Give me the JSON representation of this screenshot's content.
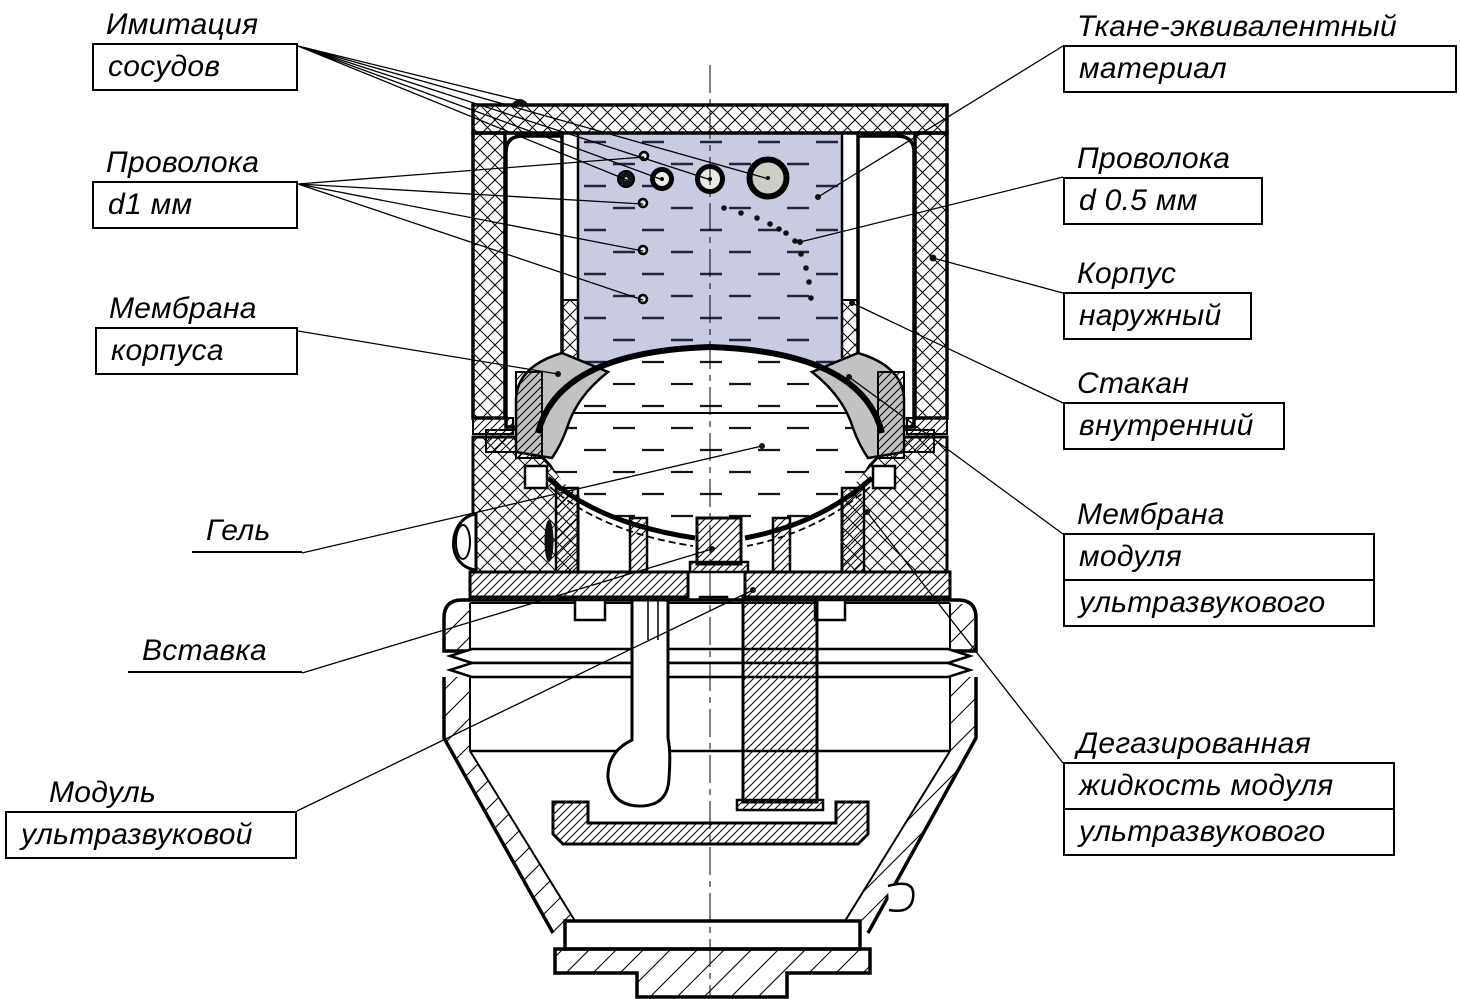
{
  "diagram": {
    "type": "engineering-cross-section",
    "subject": "ultrasound phantom assembly",
    "colors": {
      "tissue_material": "#c9cce0",
      "membrane_gray": "#c2c2c2",
      "line": "#000000",
      "background": "#ffffff"
    }
  },
  "labels": {
    "left": [
      {
        "l1": "Имитация",
        "l2": "сосудов"
      },
      {
        "l1": "Проволока",
        "l2": "d1 мм"
      },
      {
        "l1": "Мембрана",
        "l2": "корпуса"
      },
      {
        "text": "Гель"
      },
      {
        "text": "Вставка"
      },
      {
        "l1": "Модуль",
        "l2": "ультразвуковой"
      }
    ],
    "right": [
      {
        "l1": "Ткане-эквивалентный",
        "l2": "материал"
      },
      {
        "l1": "Проволока",
        "l2": "d 0.5 мм"
      },
      {
        "l1": "Корпус",
        "l2": "наружный"
      },
      {
        "l1": "Стакан",
        "l2": "внутренний"
      },
      {
        "l1": "Мембрана",
        "l2": "модуля",
        "l3": "ультразвукового"
      },
      {
        "l1": "Дегазированная",
        "l2": "жидкость модуля",
        "l3": "ультразвукового"
      }
    ]
  }
}
